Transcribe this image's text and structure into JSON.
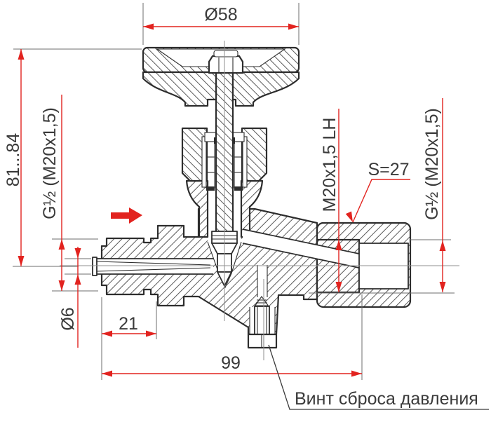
{
  "drawing": {
    "title": "needle valve cross-section drawing",
    "labels": {
      "dia_handwheel": "Ø58",
      "height_range": "81...84",
      "thread_left": "G½ (M20x1,5)",
      "bore": "Ø6",
      "len_21": "21",
      "len_99": "99",
      "thread_outlet_nut": "M20x1,5 LH",
      "thread_right": "G½ (M20x1,5)",
      "wrench_size": "S=27",
      "drain_callout": "Винт сброса давления"
    },
    "colors": {
      "dimension": "#e2231f",
      "line": "#2d2d2d",
      "text": "#3a3a3a",
      "centerline": "#8f8f8f",
      "extension": "#6e6e6e",
      "hatch": "#5a5a5a",
      "background": "#ffffff"
    }
  }
}
